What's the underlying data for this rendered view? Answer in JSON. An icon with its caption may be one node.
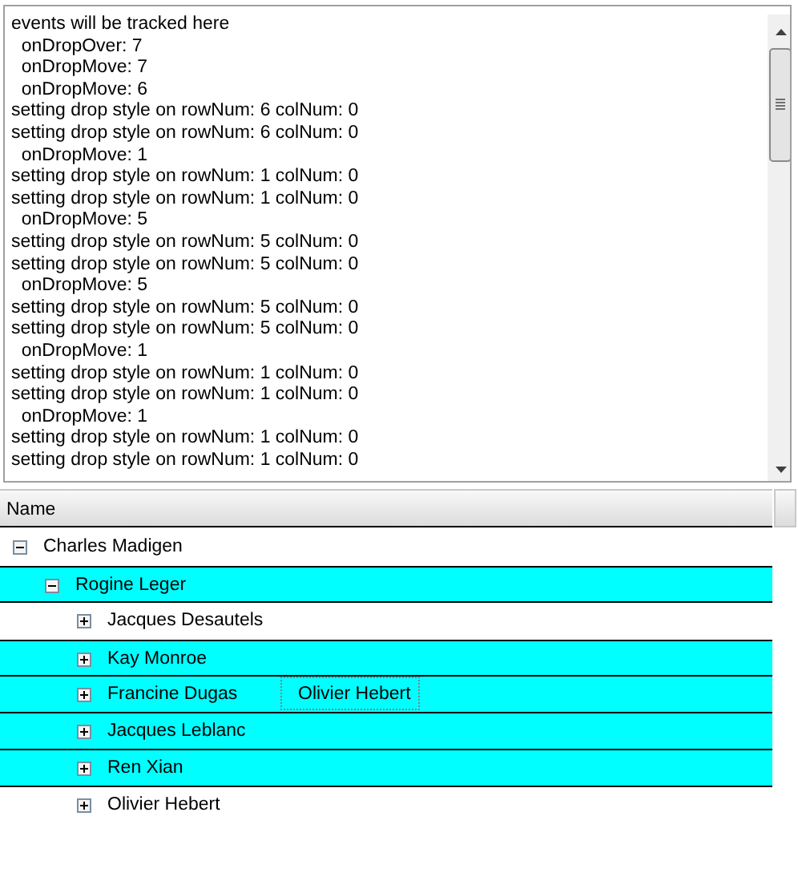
{
  "diagram": {
    "nodes": [
      {
        "text": [
          "Charles Madigen"
        ]
      },
      {
        "text": [
          "Rogine Leger"
        ]
      },
      {
        "text": [
          "Jacques Desautels"
        ]
      },
      {
        "text": [
          "Kay Monroe"
        ]
      },
      {
        "text": [
          "Francine Dugas"
        ]
      },
      {
        "text": [
          "Jacques Leblanc"
        ]
      },
      {
        "text": [
          "Ren Xian"
        ]
      },
      {
        "text": [
          "Olivier Hebert"
        ]
      },
      {
        "text": [
          "Olivier Hebert"
        ],
        "in": 4
      }
    ],
    "labels": [
      "events will be tracked here",
      "  onDropOver: 7",
      "  onDropMove: 7",
      "  onDropMove: 6",
      "setting drop style on rowNum: 6 colNum: 0",
      "setting drop style on rowNum: 6 colNum: 0",
      "  onDropMove: 1",
      "setting drop style on rowNum: 1 colNum: 0",
      "setting drop style on rowNum: 1 colNum: 0",
      "  onDropMove: 5",
      "setting drop style on rowNum: 5 colNum: 0",
      "setting drop style on rowNum: 5 colNum: 0",
      "  onDropMove: 5",
      "setting drop style on rowNum: 5 colNum: 0",
      "setting drop style on rowNum: 5 colNum: 0",
      "  onDropMove: 1",
      "setting drop style on rowNum: 1 colNum: 0",
      "setting drop style on rowNum: 1 colNum: 0",
      "  onDropMove: 1",
      "setting drop style on rowNum: 1 colNum: 0",
      "setting drop style on rowNum: 1 colNum: 0",
      "Name"
    ]
  }
}
